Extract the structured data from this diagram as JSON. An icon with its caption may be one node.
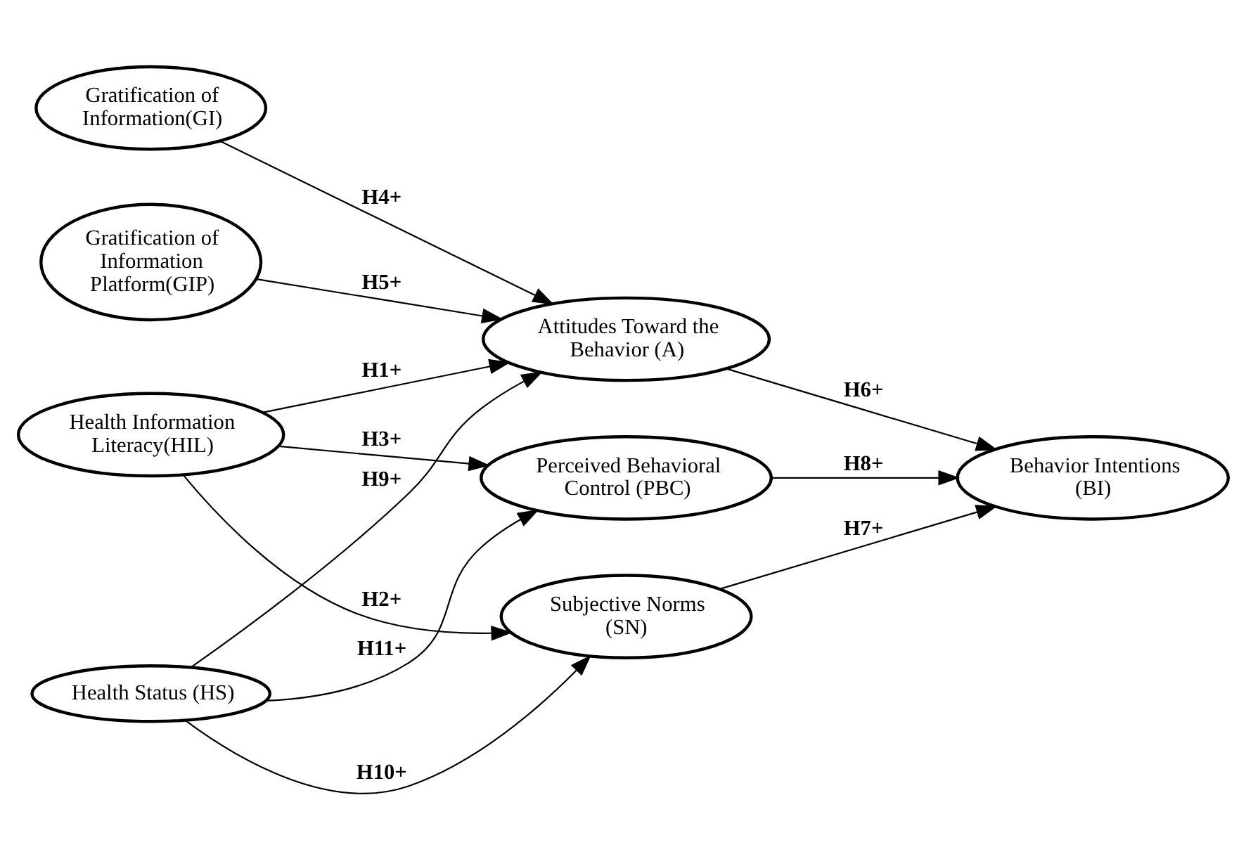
{
  "diagram": {
    "nodes": [
      {
        "text": [
          "Gratification of Information(GI)"
        ]
      },
      {
        "text": [
          "Gratification of Information Platform(GIP)"
        ]
      },
      {
        "text": [
          "Health Information Literacy(HIL)"
        ]
      },
      {
        "text": [
          "Attitudes Toward the Behavior (A)"
        ]
      },
      {
        "text": [
          "Subjective Norms (SN)"
        ]
      },
      {
        "text": [
          "Behavior Intentions (BI)"
        ]
      },
      {
        "text": [
          "Health Status (HS)"
        ]
      },
      {
        "text": [
          "Perceived Behavioral Control (PBC)"
        ]
      }
    ],
    "edges": [
      {
        "from": 2,
        "to": 3,
        "arrow": "to",
        "label": "H1+"
      },
      {
        "from": 2,
        "to": 4,
        "arrow": "to",
        "label": "H2+"
      },
      {
        "from": 2,
        "to": 7,
        "arrow": "to",
        "label": "H3+"
      },
      {
        "from": 0,
        "to": 3,
        "arrow": "to",
        "label": "H4+"
      },
      {
        "from": 1,
        "to": 3,
        "arrow": "to",
        "label": "H5+"
      },
      {
        "from": 3,
        "to": 5,
        "arrow": "to",
        "label": "H6+"
      },
      {
        "from": 4,
        "to": 5,
        "arrow": "to",
        "label": "H7+"
      },
      {
        "from": 7,
        "to": 5,
        "arrow": "to",
        "label": "H8+"
      },
      {
        "from": 6,
        "to": 3,
        "arrow": "to",
        "label": "H9+"
      },
      {
        "from": 6,
        "to": 4,
        "arrow": "to",
        "label": "H10+"
      },
      {
        "from": 6,
        "to": 7,
        "arrow": "to",
        "label": "H11+"
      }
    ]
  }
}
